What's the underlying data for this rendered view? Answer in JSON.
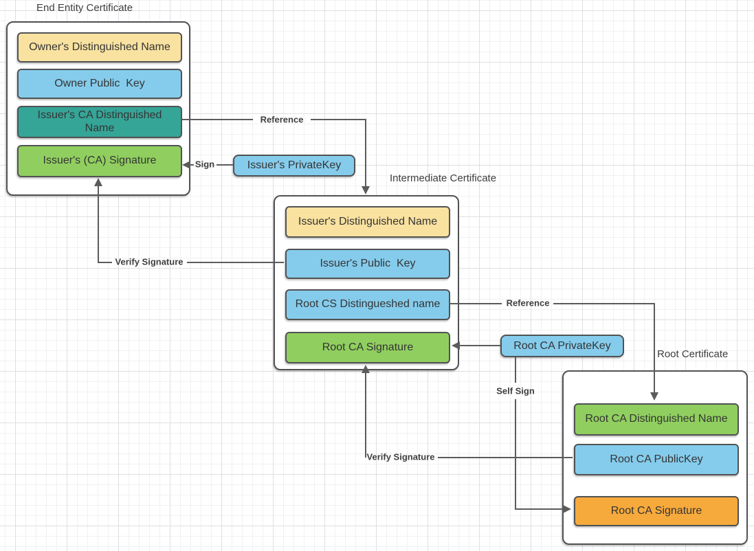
{
  "canvas": {
    "background": "#ffffff",
    "grid_minor_color": "#f1f1f3",
    "grid_major_color": "#dfdfe2"
  },
  "colors": {
    "yellow": "#f9e2a0",
    "blue": "#85ccec",
    "teal": "#35a597",
    "green": "#90cf5f",
    "orange": "#f6aa3c",
    "box_border": "#505254",
    "connector": "#5b5b5b",
    "text": "#343434"
  },
  "certificates": {
    "end_entity": {
      "title": "End Entity Certificate",
      "fields": [
        {
          "label": "Owner's Distinguished Name",
          "color": "#f9e2a0"
        },
        {
          "label": "Owner Public  Key",
          "color": "#85ccec"
        },
        {
          "label": "Issuer's CA Distinguished Name",
          "color": "#35a597"
        },
        {
          "label": "Issuer's (CA) Signature",
          "color": "#90cf5f"
        }
      ]
    },
    "intermediate": {
      "title": "Intermediate Certificate",
      "fields": [
        {
          "label": "Issuer's Distinguished Name",
          "color": "#f9e2a0"
        },
        {
          "label": "Issuer's Public  Key",
          "color": "#85ccec"
        },
        {
          "label": "Root CS Distingueshed name",
          "color": "#85ccec"
        },
        {
          "label": "Root CA Signature",
          "color": "#90cf5f"
        }
      ]
    },
    "root": {
      "title": "Root Certificate",
      "fields": [
        {
          "label": "Root CA Distinguished Name",
          "color": "#90cf5f"
        },
        {
          "label": "Root CA PublicKey",
          "color": "#85ccec"
        },
        {
          "label": "Root CA Signature",
          "color": "#f6aa3c"
        }
      ]
    }
  },
  "keys": {
    "issuer_private_key": {
      "label": "Issuer's PrivateKey",
      "color": "#85ccec"
    },
    "root_private_key": {
      "label": "Root CA PrivateKey",
      "color": "#85ccec"
    }
  },
  "arrow_labels": {
    "reference_top": "Reference",
    "sign": "Sign",
    "verify_signature_left": "Verify Signature",
    "reference_bottom": "Reference",
    "self_sign": "Self Sign",
    "verify_signature_bottom": "Verify Signature"
  }
}
